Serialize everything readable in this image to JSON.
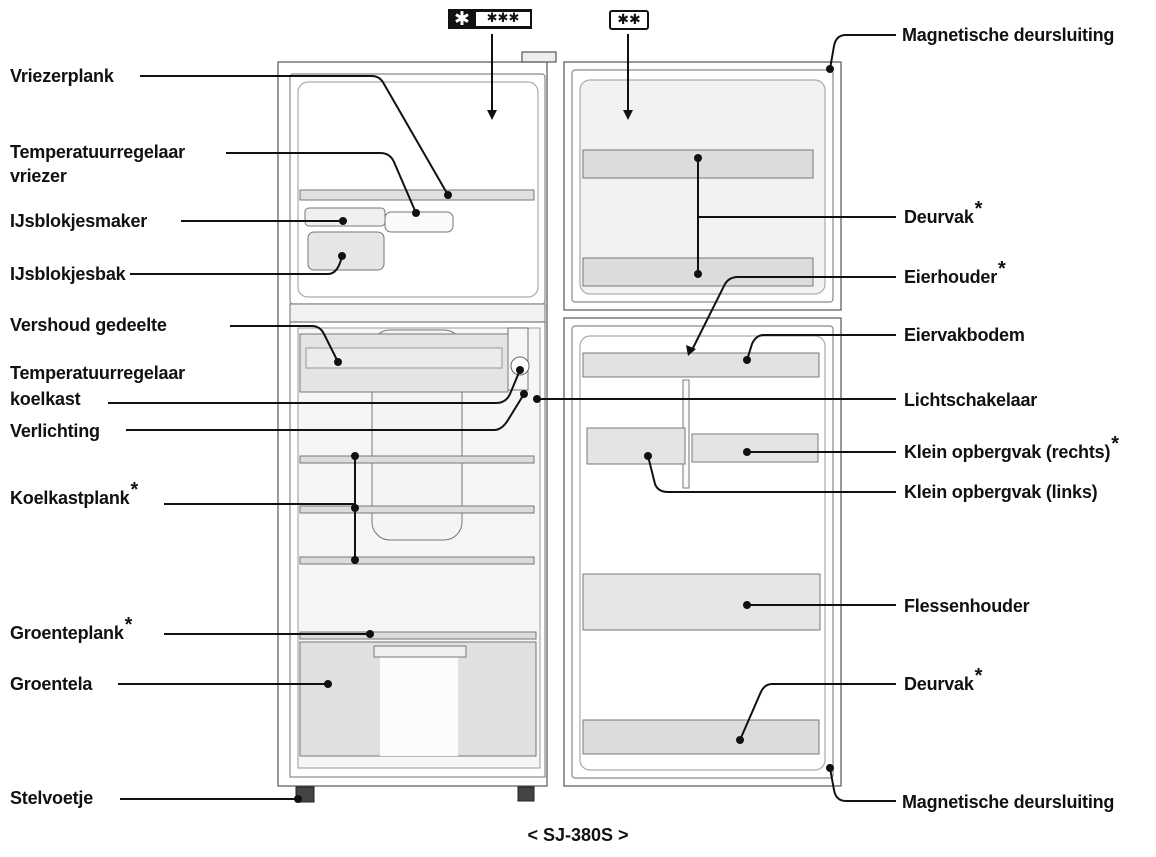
{
  "labels": {
    "vriezerplank": "Vriezerplank",
    "temp_vriezer_1": "Temperatuurregelaar",
    "temp_vriezer_2": "vriezer",
    "ijsblokjesmaker": "IJsblokjesmaker",
    "ijsblokjesbak": "IJsblokjesbak",
    "vershoud": "Vershoud gedeelte",
    "temp_koelkast_1": "Temperatuurregelaar",
    "temp_koelkast_2": "koelkast",
    "verlichting": "Verlichting",
    "koelkastplank": "Koelkastplank",
    "groenteplank": "Groenteplank",
    "groentela": "Groentela",
    "stelvoetje": "Stelvoetje",
    "magnetisch_top": "Magnetische deursluiting",
    "deurvak_top": "Deurvak",
    "eierhouder": "Eierhouder",
    "eiervakbodem": "Eiervakbodem",
    "lichtschakelaar": "Lichtschakelaar",
    "klein_rechts": "Klein opbergvak (rechts)",
    "klein_links": "Klein opbergvak (links)",
    "flessenhouder": "Flessenhouder",
    "deurvak_bottom": "Deurvak",
    "magnetisch_bottom": "Magnetische deursluiting"
  },
  "asterisk": "*",
  "freezer_rating": {
    "big": "✱",
    "small": "✱✱✱"
  },
  "door_rating": "✱✱",
  "caption": "< SJ-380S >"
}
